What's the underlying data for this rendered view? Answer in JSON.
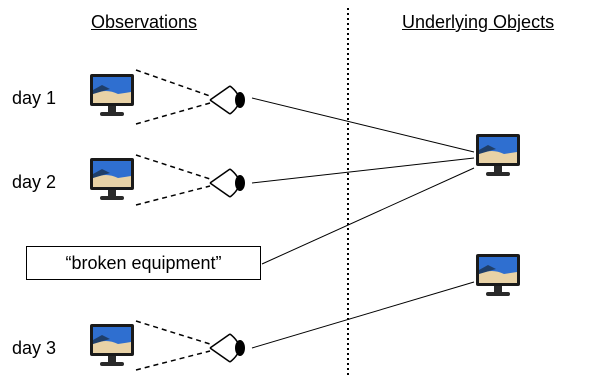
{
  "headings": {
    "left": "Observations",
    "right": "Underlying Objects"
  },
  "observations": [
    {
      "label": "day 1",
      "icon": "monitor-icon"
    },
    {
      "label": "day 2",
      "icon": "monitor-icon"
    },
    {
      "label": "day 3",
      "icon": "monitor-icon"
    }
  ],
  "note": {
    "text": "“broken equipment”"
  },
  "colors": {
    "screen_sky": "#2f6fd0",
    "screen_beach": "#e8d2a6",
    "frame": "#1a1a1a",
    "line": "#000000"
  }
}
